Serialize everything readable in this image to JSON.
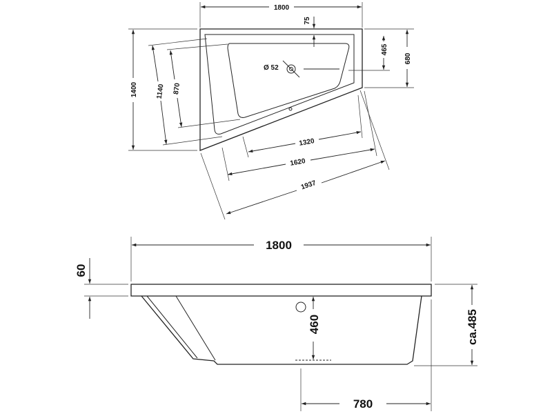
{
  "plan_view": {
    "dim_width": "1800",
    "dim_edge": "75",
    "dim_465": "465",
    "dim_680": "680",
    "dim_1400": "1400",
    "dim_1140": "1140",
    "dim_870": "870",
    "dim_1320": "1320",
    "dim_1620": "1620",
    "dim_1937": "1937",
    "drain_label": "Ø 52"
  },
  "side_view": {
    "dim_width": "1800",
    "dim_rim": "60",
    "dim_depth": "460",
    "dim_height": "ca.485",
    "dim_drain_offset": "780"
  }
}
